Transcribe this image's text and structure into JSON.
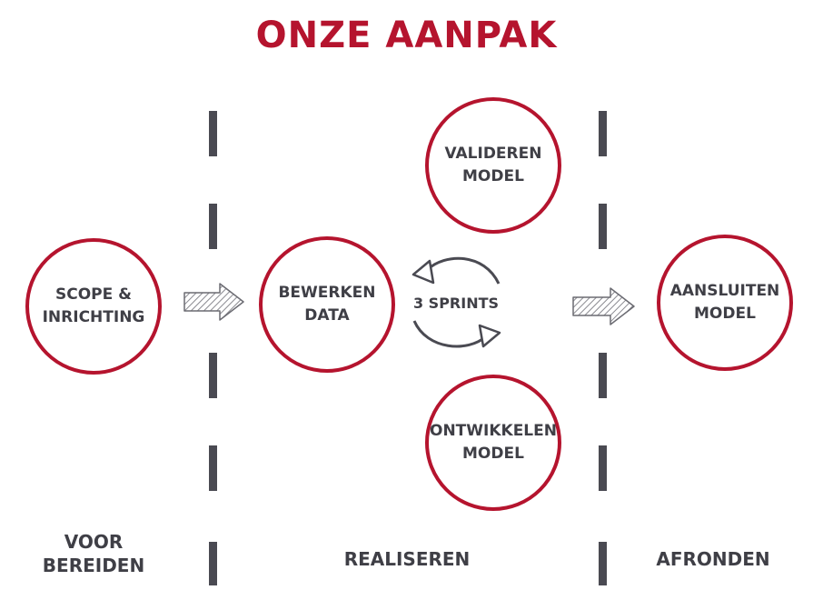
{
  "title": "ONZE AANPAK",
  "colors": {
    "accent": "#b5142e",
    "text": "#3f3f46",
    "divider": "#4a4a52",
    "arrow_outline": "#6b6b72"
  },
  "steps": {
    "scope": "SCOPE &\nINRICHTING",
    "bewerken": "BEWERKEN\nDATA",
    "valideren": "VALIDEREN\nMODEL",
    "ontwikkelen": "ONTWIKKELEN\nMODEL",
    "aansluiten": "AANSLUITEN\nMODEL"
  },
  "cycle_label": "3 SPRINTS",
  "phases": {
    "voorbereiden": "VOOR\nBEREIDEN",
    "realiseren": "REALISEREN",
    "afronden": "AFRONDEN"
  },
  "icons": {
    "forward_arrow": "hatched-right-arrow-icon",
    "cycle": "refresh-cycle-icon"
  }
}
